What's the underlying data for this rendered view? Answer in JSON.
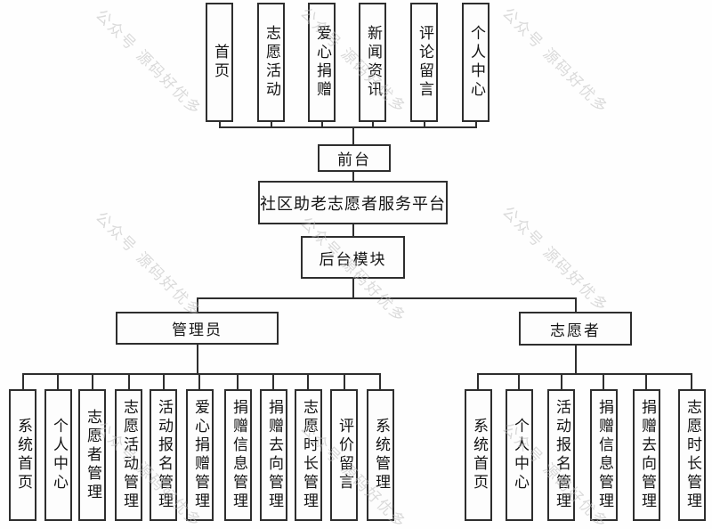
{
  "diagram": {
    "watermark": {
      "text": "公众号 源码好优多",
      "color": "#bdbdbd"
    },
    "colors": {
      "line": "#2e2e2e",
      "box_border": "#2e2e2e",
      "box_fill": "#fdfdfd",
      "text": "#141414",
      "background": "#fefefe"
    },
    "front": {
      "label": "前台",
      "modules": [
        "首页",
        "志愿活动",
        "爱心捐赠",
        "新闻资讯",
        "评论留言",
        "个人中心"
      ]
    },
    "platform": {
      "label": "社区助老志愿者服务平台"
    },
    "backend": {
      "label": "后台模块"
    },
    "admin": {
      "label": "管理员",
      "children": [
        "系统首页",
        "个人中心",
        "志愿者管理",
        "志愿活动管理",
        "活动报名管理",
        "爱心捐赠管理",
        "捐赠信息管理",
        "捐赠去向管理",
        "志愿时长管理",
        "评价留言",
        "系统管理"
      ]
    },
    "volunteer": {
      "label": "志愿者",
      "children": [
        "系统首页",
        "个人中心",
        "活动报名管理",
        "捐赠信息管理",
        "捐赠去向管理",
        "志愿时长管理"
      ]
    }
  }
}
